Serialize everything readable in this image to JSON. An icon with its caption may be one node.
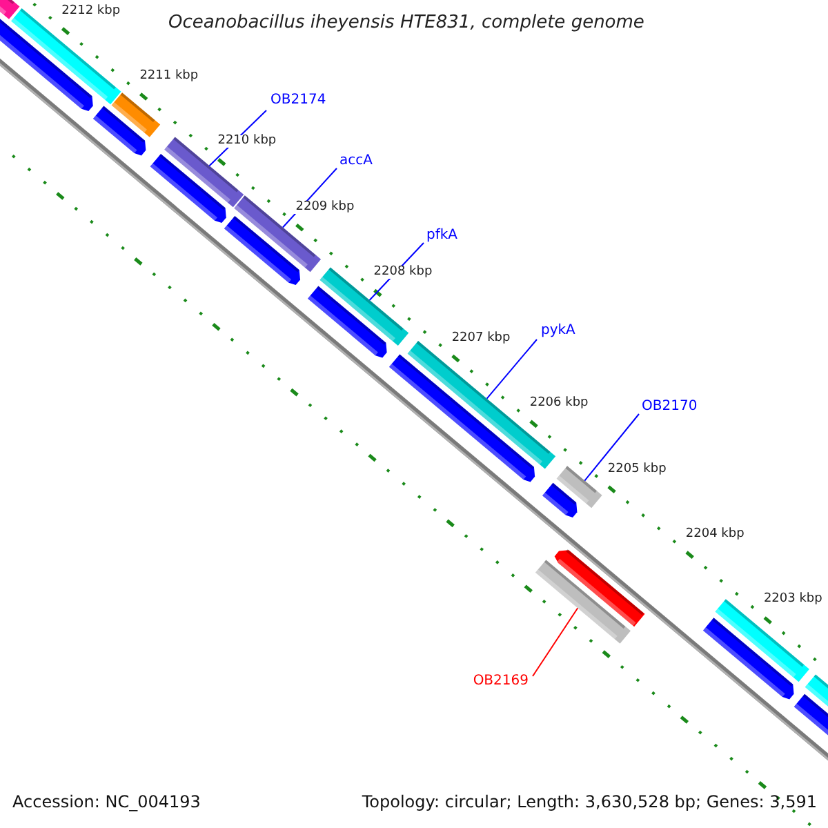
{
  "diagram": {
    "title": "Oceanobacillus iheyensis HTE831, complete genome",
    "nodes": [
      {
        "text": [
          "OB2174"
        ]
      },
      {
        "text": [
          "accA"
        ]
      },
      {
        "text": [
          "pfkA"
        ]
      },
      {
        "text": [
          "pykA"
        ]
      },
      {
        "text": [
          "OB2170"
        ]
      },
      {
        "text": [
          "OB2169"
        ]
      },
      {
        "text": [],
        "shape": "bar"
      },
      {
        "text": [],
        "shape": "bar"
      },
      {
        "text": [],
        "shape": "bar"
      },
      {
        "text": [],
        "shape": "bar"
      },
      {
        "text": [],
        "shape": "bar"
      },
      {
        "text": [],
        "shape": "bar"
      }
    ],
    "edges": [
      {
        "from": 0,
        "to": 6,
        "arrow": "none"
      },
      {
        "from": 1,
        "to": 7,
        "arrow": "none"
      },
      {
        "from": 2,
        "to": 8,
        "arrow": "none"
      },
      {
        "from": 3,
        "to": 9,
        "arrow": "none"
      },
      {
        "from": 4,
        "to": 10,
        "arrow": "none"
      },
      {
        "from": 5,
        "to": 11,
        "arrow": "none",
        "color": "#ff0000"
      }
    ],
    "labels": [
      "2212 kbp",
      "2211 kbp",
      "2210 kbp",
      "2209 kbp",
      "2208 kbp",
      "2207 kbp",
      "2206 kbp",
      "2205 kbp",
      "2204 kbp",
      "2203 kbp",
      "Accession: NC_004193",
      "Topology: circular; Length: 3,630,528 bp; Genes: 3,591"
    ]
  }
}
